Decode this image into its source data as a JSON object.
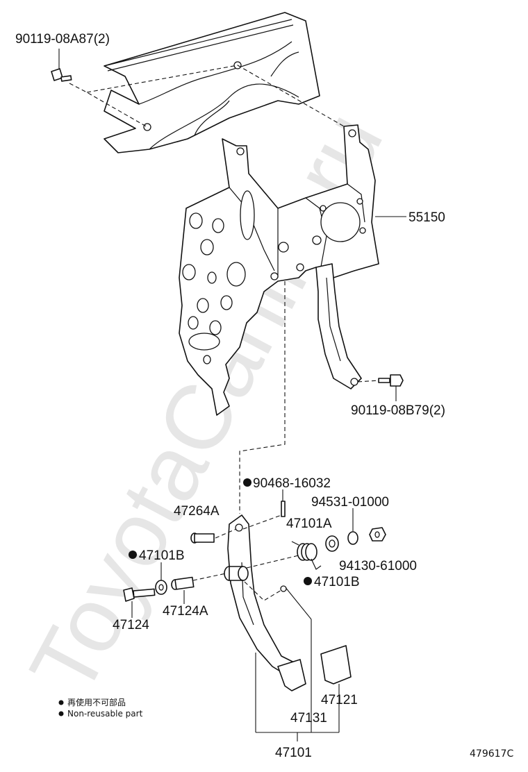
{
  "watermark": "ToyotaCarlife.ru",
  "labels": {
    "bolt_top": "90119-08A87(2)",
    "bracket": "55150",
    "bolt_right": "90119-08B79(2)",
    "pin": "90468-16032",
    "washer": "94531-01000",
    "nut": "94130-61000",
    "spring_top": "47101A",
    "bolt_pivot": "47264A",
    "bushing_left": "47101B",
    "bushing_right": "47101B",
    "collar": "47124A",
    "bolt_long": "47124",
    "pad": "47121",
    "pedal_arm": "47131",
    "pedal_assy": "47101"
  },
  "legend": {
    "jp": "再使用不可部品",
    "en": "Non-reusable part"
  },
  "figure_code": "479617C"
}
